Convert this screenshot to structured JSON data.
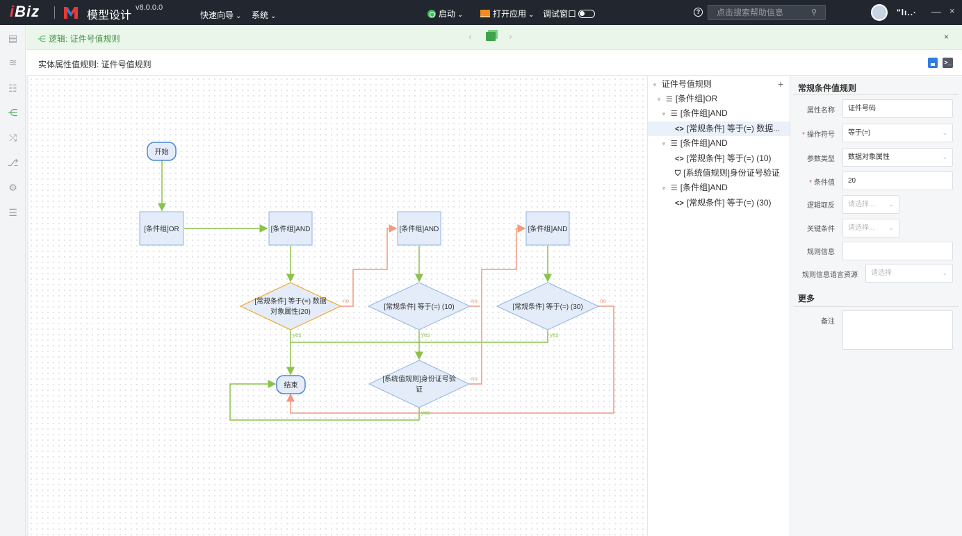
{
  "app": {
    "logo_text": "Biz",
    "logo_prefix": "i",
    "title": "模型设计",
    "version": "v8.0.0.0",
    "menu": [
      {
        "label": "快速向导"
      },
      {
        "label": "系统"
      }
    ],
    "start_label": "启动",
    "open_app_label": "打开应用",
    "debug_label": "调试窗口",
    "search_placeholder": "点击搜索帮助信息",
    "username": "\"lı..·",
    "min_label": "—",
    "close_label": "×"
  },
  "tab": {
    "title": "逻辑: 证件号值规则",
    "close_label": "×"
  },
  "breadcrumb": "实体属性值规则: 证件号值规则",
  "flow": {
    "nodes": {
      "start": "开始",
      "or": "[条件组]OR",
      "and1": "[条件组]AND",
      "and2": "[条件组]AND",
      "and3": "[条件组]AND",
      "cond20_l1": "[常规条件] 等于(=) 数据",
      "cond20_l2": "对象属性(20)",
      "cond10": "[常规条件] 等于(=) (10)",
      "cond30": "[常规条件] 等于(=) (30)",
      "idrule_l1": "[系统值规则]身份证号验",
      "idrule_l2": "证",
      "end": "结束"
    },
    "labels": {
      "yes": "yes",
      "no": "no"
    },
    "colors": {
      "yes": "#8bc34a",
      "no": "#f29a7f",
      "node_fill": "#e3ecf8",
      "node_border": "#8fb3e6",
      "highlight_border": "#f5a623"
    }
  },
  "tree": {
    "root": "证件号值规则",
    "add_label": "+",
    "items": [
      {
        "label": "[条件组]OR"
      },
      {
        "label": "[条件组]AND"
      },
      {
        "label": "[常规条件] 等于(=) 数据..."
      },
      {
        "label": "[条件组]AND"
      },
      {
        "label": "[常规条件] 等于(=) (10)"
      },
      {
        "label": "[系统值规则]身份证号验证"
      },
      {
        "label": "[条件组]AND"
      },
      {
        "label": "[常规条件] 等于(=) (30)"
      }
    ]
  },
  "props": {
    "title": "常规条件值规则",
    "fields": {
      "attr_name_label": "属性名称",
      "attr_name_value": "证件号码",
      "operator_label": "操作符号",
      "operator_value": "等于(=)",
      "param_type_label": "参数类型",
      "param_type_value": "数据对象属性",
      "cond_value_label": "条件值",
      "cond_value_value": "20",
      "negate_label": "逻辑取反",
      "negate_placeholder": "请选择...",
      "key_cond_label": "关键条件",
      "key_cond_placeholder": "请选择...",
      "rule_info_label": "规则信息",
      "rule_info_value": "",
      "rule_lang_label": "规则信息语言资源",
      "rule_lang_placeholder": "请选择"
    },
    "more_title": "更多",
    "remark_label": "备注"
  }
}
